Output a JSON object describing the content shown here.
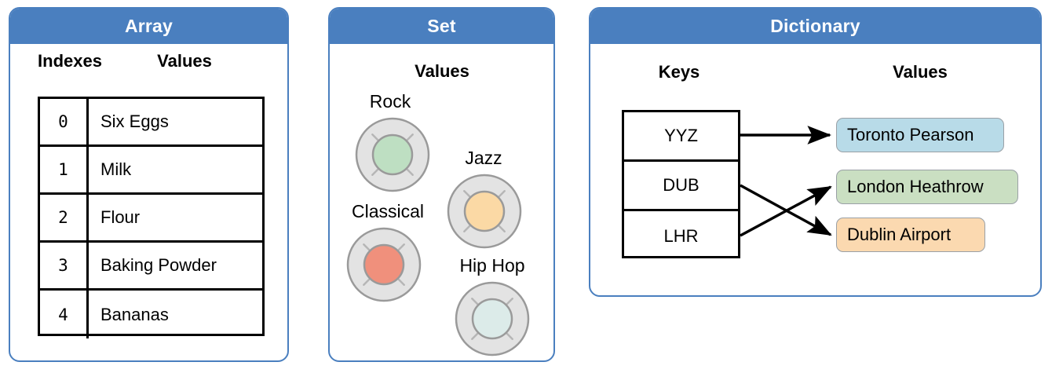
{
  "panels": [
    {
      "id": "array",
      "title": "Array",
      "columns": [
        "Indexes",
        "Values"
      ],
      "rows": [
        {
          "index": "0",
          "value": "Six Eggs"
        },
        {
          "index": "1",
          "value": "Milk"
        },
        {
          "index": "2",
          "value": "Flour"
        },
        {
          "index": "3",
          "value": "Baking Powder"
        },
        {
          "index": "4",
          "value": "Bananas"
        }
      ]
    },
    {
      "id": "set",
      "title": "Set",
      "columns": [
        "Values"
      ],
      "items": [
        {
          "label": "Rock",
          "color": "#bedfc2",
          "icon": "record-disc-icon"
        },
        {
          "label": "Jazz",
          "color": "#fbd9a5",
          "icon": "record-disc-icon"
        },
        {
          "label": "Classical",
          "color": "#f0907c",
          "icon": "record-disc-icon"
        },
        {
          "label": "Hip Hop",
          "color": "#dcebe9",
          "icon": "record-disc-icon"
        }
      ]
    },
    {
      "id": "dictionary",
      "title": "Dictionary",
      "columns": [
        "Keys",
        "Values"
      ],
      "keys": [
        "YYZ",
        "DUB",
        "LHR"
      ],
      "values": [
        {
          "label": "Toronto Pearson",
          "color": "#b8dbe8"
        },
        {
          "label": "London Heathrow",
          "color": "#cadfc2"
        },
        {
          "label": "Dublin Airport",
          "color": "#fbd9b0"
        }
      ],
      "mappings": [
        {
          "key": "YYZ",
          "value": "Toronto Pearson"
        },
        {
          "key": "DUB",
          "value": "Dublin Airport"
        },
        {
          "key": "LHR",
          "value": "London Heathrow"
        }
      ]
    }
  ],
  "colors": {
    "panel_header": "#4a7fbf",
    "panel_border": "#4a7fbf",
    "table_border": "#000000",
    "disc_ring": "#e3e3e3",
    "disc_outline": "#9a9a9a",
    "background": "#ffffff"
  }
}
